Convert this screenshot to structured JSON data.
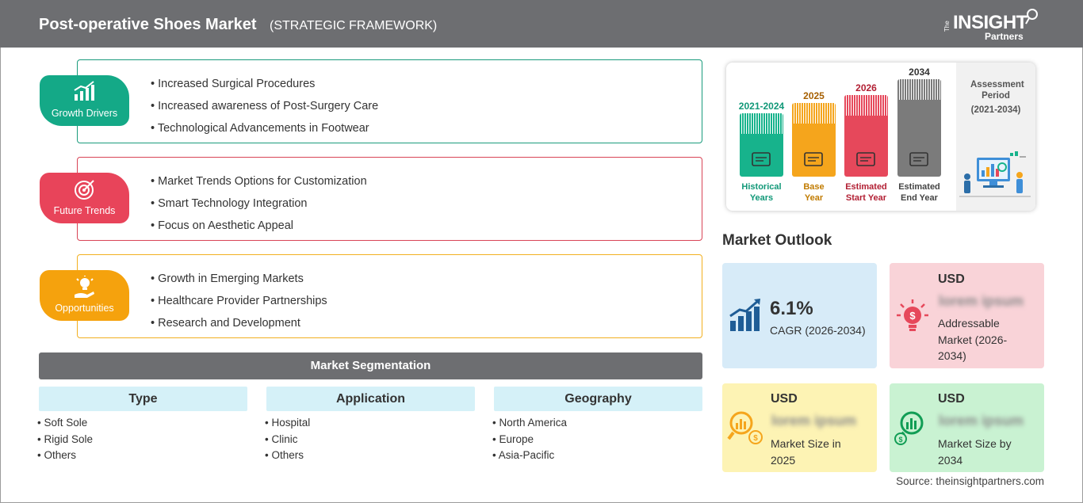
{
  "header": {
    "title": "Post-operative Shoes Market",
    "subtitle": "(STRATEGIC FRAMEWORK)",
    "logo": {
      "the": "The",
      "insight": "INSIGHT",
      "partners": "Partners"
    }
  },
  "framework": [
    {
      "label": "Growth Drivers",
      "color": "#14a987",
      "border": "#1a9b7c",
      "icon": "chart-growth-icon",
      "items": [
        "Increased Surgical Procedures",
        "Increased awareness of Post-Surgery Care",
        "Technological Advancements in Footwear"
      ]
    },
    {
      "label": "Future Trends",
      "color": "#e8445a",
      "border": "#d94456",
      "icon": "target-icon",
      "items": [
        "Market Trends Options for Customization",
        "Smart Technology Integration",
        "Focus on Aesthetic Appeal"
      ]
    },
    {
      "label": "Opportunities",
      "color": "#f5a20d",
      "border": "#f2b020",
      "icon": "lightbulb-hand-icon",
      "items": [
        "Growth in Emerging Markets",
        "Healthcare Provider Partnerships",
        "Research and Development"
      ]
    }
  ],
  "segmentation": {
    "title": "Market Segmentation",
    "columns": [
      {
        "head": "Type",
        "items": [
          "Soft Sole",
          "Rigid Sole",
          "Others"
        ]
      },
      {
        "head": "Application",
        "items": [
          "Hospital",
          "Clinic",
          "Others"
        ]
      },
      {
        "head": "Geography",
        "items": [
          "North America",
          "Europe",
          "Asia-Pacific"
        ]
      }
    ]
  },
  "timeline": {
    "bars": [
      {
        "year": "2021-2024",
        "caption1": "Historical",
        "caption2": "Years",
        "color": "#17b38c",
        "year_color": "#119878",
        "caption_color": "#119878"
      },
      {
        "year": "2025",
        "caption1": "Base",
        "caption2": "Year",
        "color": "#f5a51c",
        "year_color": "#a65f00",
        "caption_color": "#c17b00"
      },
      {
        "year": "2026",
        "caption1": "Estimated",
        "caption2": "Start Year",
        "color": "#e6485b",
        "year_color": "#b21f33",
        "caption_color": "#b21f33"
      },
      {
        "year": "2034",
        "caption1": "Estimated",
        "caption2": "End Year",
        "color": "#7b7b7b",
        "year_color": "#333333",
        "caption_color": "#444444"
      }
    ],
    "assessment_title": "Assessment Period",
    "assessment_period": "(2021-2034)"
  },
  "outlook": {
    "title": "Market Outlook",
    "cagr_value": "6.1%",
    "cagr_label": "CAGR (2026-2034)",
    "addressable": {
      "usd": "USD",
      "value": "lorem ipsum",
      "desc": "Addressable Market (2026-2034)"
    },
    "size2025": {
      "usd": "USD",
      "value": "lorem ipsum",
      "desc": "Market Size in 2025"
    },
    "size2034": {
      "usd": "USD",
      "value": "lorem ipsum",
      "desc": "Market Size by 2034"
    },
    "colors": {
      "blue": "#d7ebf8",
      "pink": "#f9d3d8",
      "yellow": "#fdf3b4",
      "green": "#c9f2d2"
    }
  },
  "source": "Source: theinsightpartners.com"
}
